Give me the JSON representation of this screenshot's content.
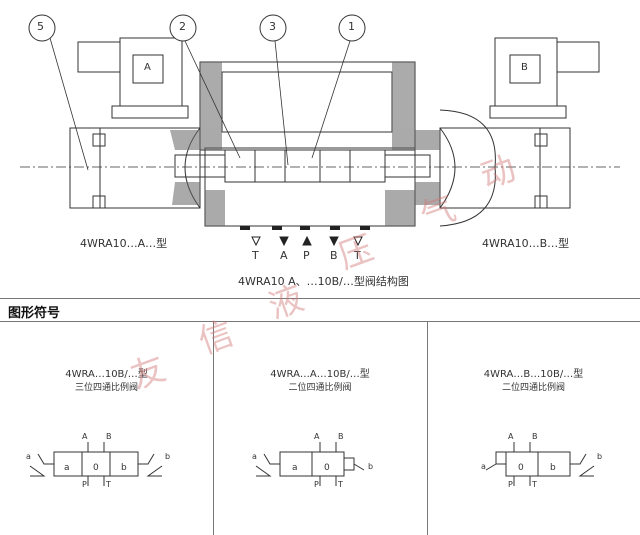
{
  "callouts": [
    "5",
    "2",
    "3",
    "1"
  ],
  "coil_a_label": "A",
  "coil_b_label": "B",
  "left_model": "4WRA10…A…型",
  "right_model": "4WRA10…B…型",
  "caption": "4WRA10 A、…10B/…型阀结构图",
  "ports": [
    "T",
    "A",
    "P",
    "B",
    "T"
  ],
  "section_title": "图形符号",
  "panels": [
    {
      "model": "4WRA…10B/…型",
      "desc": "三位四通比例阀",
      "letters": [
        "a",
        "0",
        "b"
      ],
      "top_ports": [
        "A",
        "B"
      ],
      "bottom_ports": [
        "P",
        "T"
      ],
      "end_labels": [
        "a",
        "b"
      ]
    },
    {
      "model": "4WRA…A…10B/…型",
      "desc": "二位四通比例阀",
      "letters": [
        "a",
        "0"
      ],
      "top_ports": [
        "A",
        "B"
      ],
      "bottom_ports": [
        "P",
        "T"
      ],
      "end_labels": [
        "a",
        "b"
      ]
    },
    {
      "model": "4WRA…B…10B/…型",
      "desc": "二位四通比例阀",
      "letters": [
        "0",
        "b"
      ],
      "top_ports": [
        "A",
        "B"
      ],
      "bottom_ports": [
        "P",
        "T"
      ],
      "end_labels": [
        "a",
        "b"
      ]
    }
  ],
  "watermark": [
    "友",
    "信",
    "液",
    "压",
    "气",
    "动"
  ]
}
